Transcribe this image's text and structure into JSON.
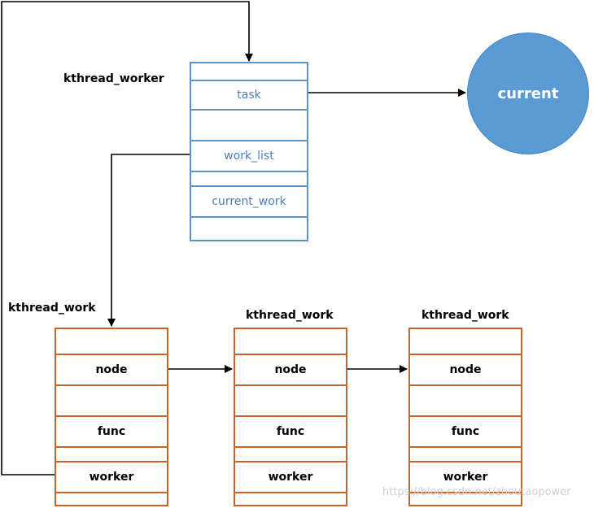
{
  "worker": {
    "title": "kthread_worker",
    "rows": [
      "",
      "task",
      "",
      "work_list",
      "",
      "current_work",
      ""
    ]
  },
  "current": {
    "label": "current"
  },
  "works": [
    {
      "title": "kthread_work",
      "rows": [
        "",
        "node",
        "",
        "func",
        "",
        "worker",
        ""
      ]
    },
    {
      "title": "kthread_work",
      "rows": [
        "",
        "node",
        "",
        "func",
        "",
        "worker",
        ""
      ]
    },
    {
      "title": "kthread_work",
      "rows": [
        "",
        "node",
        "",
        "func",
        "",
        "worker",
        ""
      ]
    }
  ],
  "watermark": "https://blog.csdn.net/zhoutaopower",
  "colors": {
    "worker_border": "#5b93c9",
    "worker_text": "#4a7eb8",
    "work_border": "#c8642a",
    "circle_fill": "#5b9bd5"
  }
}
